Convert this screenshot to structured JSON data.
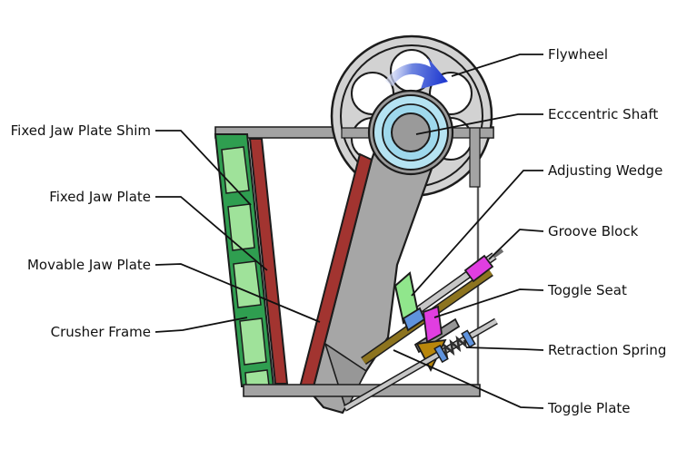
{
  "labels": {
    "right": [
      "Flywheel",
      "Ecccentric Shaft",
      "Adjusting Wedge",
      "Groove Block",
      "Toggle Seat",
      "Retraction Spring",
      "Toggle Plate"
    ],
    "left": [
      "Fixed Jaw Plate Shim",
      "Fixed Jaw Plate",
      "Movable Jaw Plate",
      "Crusher Frame"
    ]
  },
  "icons": {
    "rotation_arrow": "clockwise-rotation-arrow"
  },
  "colors": {
    "flywheel": "#d2d2d2",
    "hub_bearing": "#b5e3f2",
    "hub_bearing_inner": "#9ed8ec",
    "shaft_gray": "#9a9a9a",
    "pitman": "#a6a6a6",
    "pitman_facet": "#979797",
    "jaw_plate_red": "#a23430",
    "frame_green": "#2f9e50",
    "frame_rib_green": "#9fe29a",
    "wedge_green": "#90e68c",
    "magenta": "#e03ee0",
    "blue_accent": "#5f93dd",
    "toggle_olive": "#8d741f",
    "wedge_gold": "#b8860b",
    "rod_gray": "#c6c6c6",
    "bar_gray": "#a3a3a3",
    "arrow_blue": "#1b35cf",
    "outline": "#1c1c1c",
    "label_text": "#111111"
  }
}
